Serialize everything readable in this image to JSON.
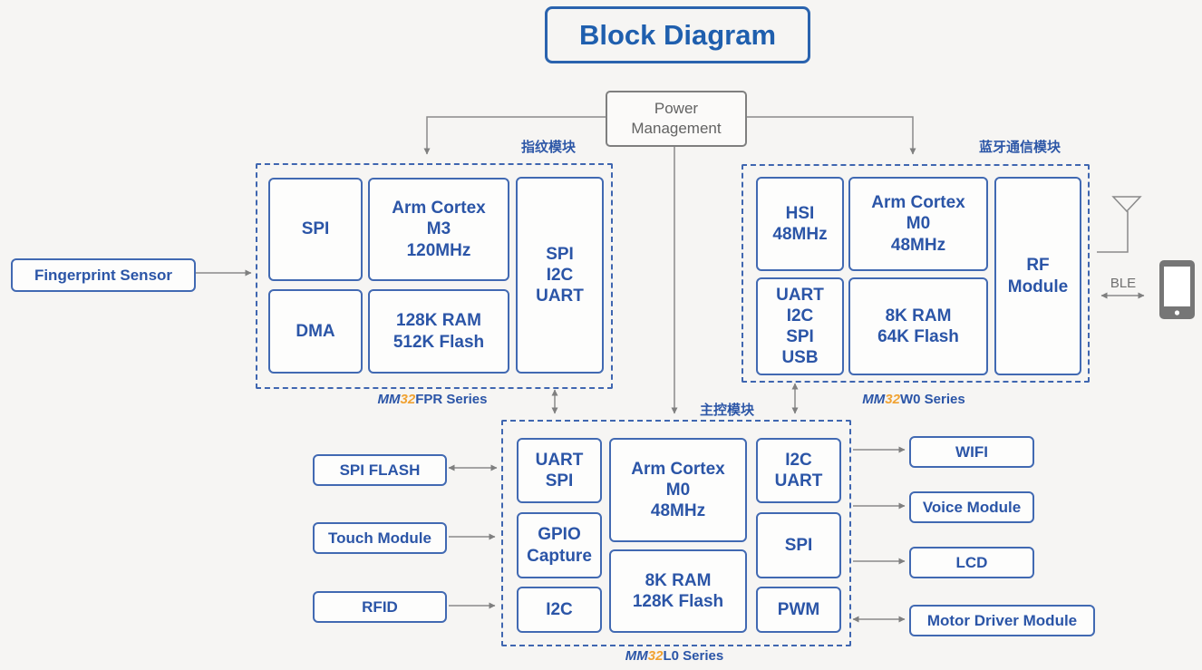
{
  "page": {
    "title": "Block Diagram"
  },
  "power": {
    "label": "Power\nManagement"
  },
  "groups": {
    "fingerprint": {
      "tag": "指纹模块",
      "series": {
        "prefix": "MM",
        "num": "32",
        "rest": "FPR Series"
      },
      "cells": {
        "spi": "SPI",
        "core": "Arm Cortex\nM3\n120MHz",
        "dma": "DMA",
        "mem": "128K RAM\n512K Flash",
        "periph": "SPI\nI2C\nUART"
      }
    },
    "bluetooth": {
      "tag": "蓝牙通信模块",
      "series": {
        "prefix": "MM",
        "num": "32",
        "rest": "W0 Series"
      },
      "cells": {
        "hsi": "HSI\n48MHz",
        "core": "Arm Cortex\nM0\n48MHz",
        "periph": "UART\nI2C\nSPI\nUSB",
        "mem": "8K RAM\n64K Flash",
        "rf": "RF\nModule"
      }
    },
    "main": {
      "tag": "主控模块",
      "series": {
        "prefix": "MM",
        "num": "32",
        "rest": "L0 Series"
      },
      "cells": {
        "uart_spi": "UART\nSPI",
        "core": "Arm Cortex\nM0\n48MHz",
        "i2c_uart": "I2C\nUART",
        "gpio": "GPIO\nCapture",
        "spi": "SPI",
        "i2c": "I2C",
        "mem": "8K RAM\n128K Flash",
        "pwm": "PWM"
      }
    }
  },
  "externals": {
    "fingerprint_sensor": "Fingerprint Sensor",
    "spi_flash": "SPI FLASH",
    "touch_module": "Touch Module",
    "rfid": "RFID",
    "wifi": "WIFI",
    "voice_module": "Voice Module",
    "lcd": "LCD",
    "motor_driver": "Motor Driver Module"
  },
  "connectivity": {
    "ble_label": "BLE"
  },
  "icons": {
    "antenna": "antenna-icon",
    "phone": "smartphone-icon"
  },
  "colors": {
    "accent_blue": "#2b55a7",
    "border_blue": "#4169b2",
    "orange": "#f0a232",
    "gray": "#7f7f7f",
    "background": "#f6f5f3"
  }
}
